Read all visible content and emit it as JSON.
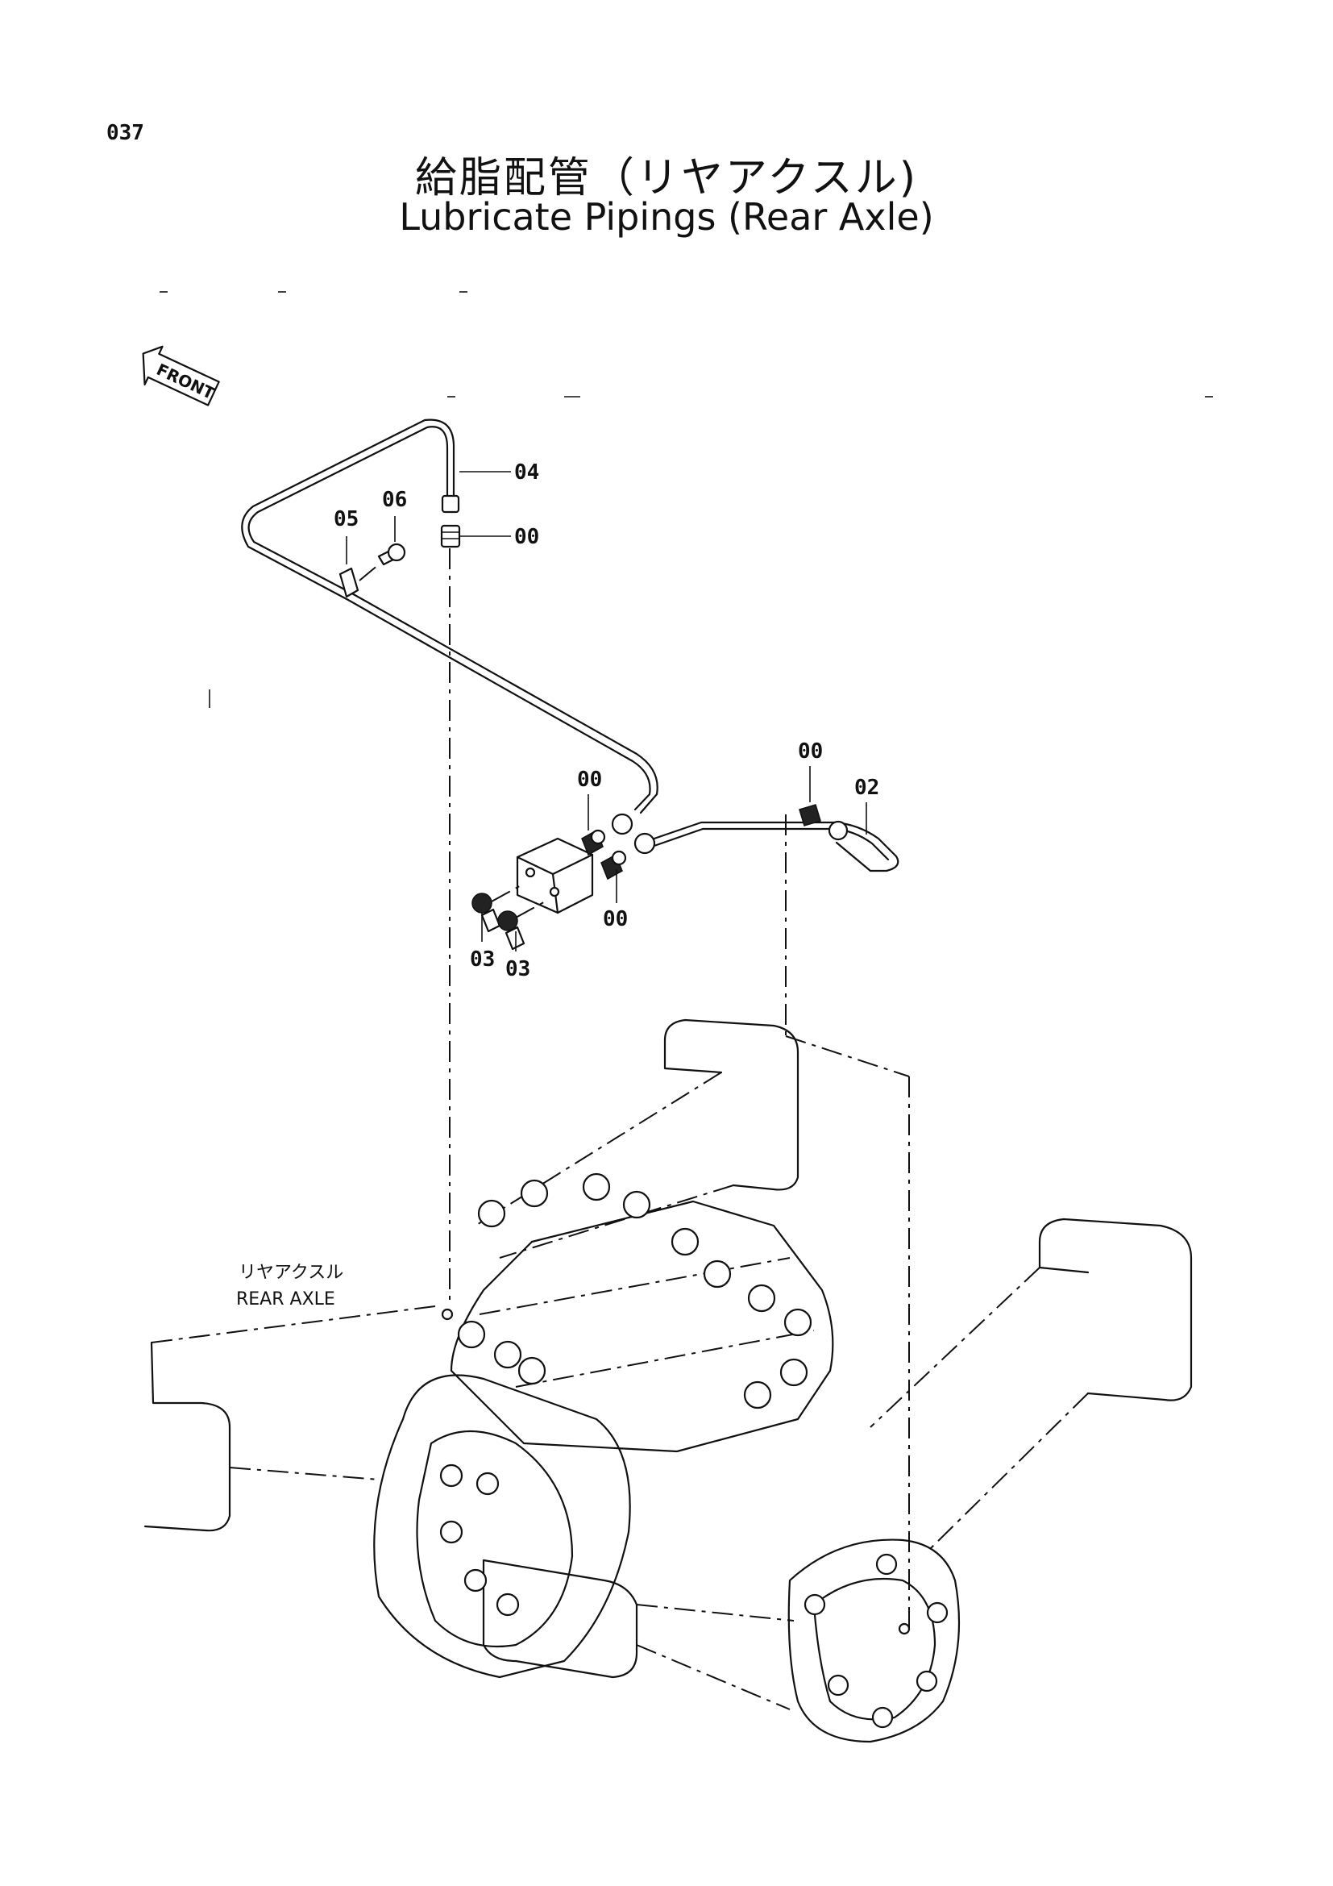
{
  "header": {
    "page_number": "037",
    "title_jp": "給脂配管（リヤアクスル)",
    "title_en": "Lubricate Pipings (Rear Axle)"
  },
  "front_indicator": {
    "label": "FRONT"
  },
  "callouts": [
    "04",
    "00",
    "05",
    "06",
    "00",
    "02",
    "00",
    "00",
    "03",
    "03"
  ],
  "component_label": {
    "jp": "リヤアクスル",
    "en": "REAR AXLE"
  }
}
